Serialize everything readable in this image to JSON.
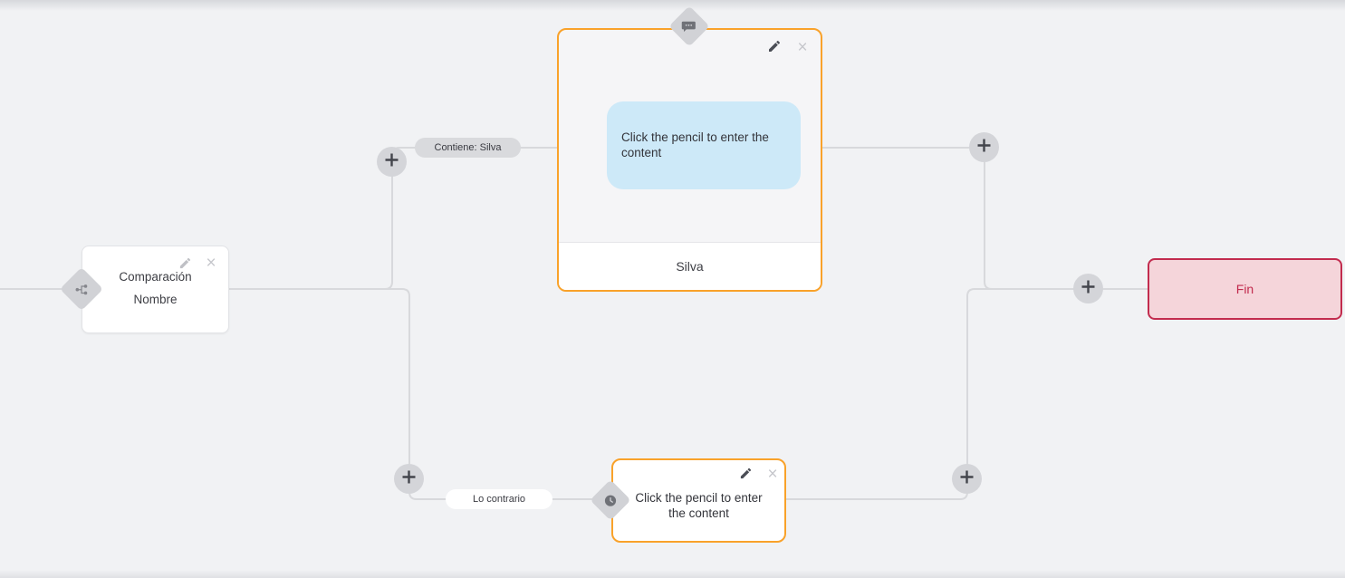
{
  "nodes": {
    "comparison": {
      "title": "Comparación",
      "subtitle": "Nombre",
      "type_icon": "branch-icon"
    },
    "message": {
      "placeholder_text": "Click the pencil to enter the content",
      "footer_label": "Silva",
      "type_icon": "chat-bubble-icon"
    },
    "delay": {
      "placeholder_text": "Click the pencil to enter the content",
      "type_icon": "clock-icon"
    },
    "end": {
      "label": "Fin"
    }
  },
  "edge_labels": {
    "condition_match": "Contiene: Silva",
    "condition_else": "Lo contrario"
  },
  "glyphs": {
    "close": "×"
  },
  "colors": {
    "accent_orange": "#f9a22a",
    "end_border": "#c22c4e",
    "end_background": "#f5d5da",
    "bubble_blue": "#cde9f8",
    "edge_line": "#d8d9dc",
    "canvas_background": "#f1f2f4"
  }
}
